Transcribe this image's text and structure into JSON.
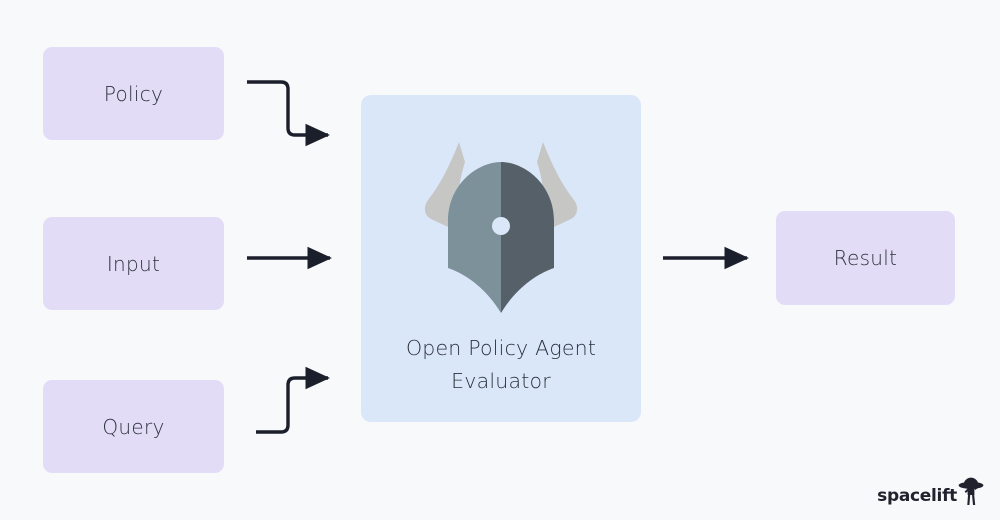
{
  "diagram": {
    "background_color": "#f8f9fb",
    "inputs": [
      {
        "id": "policy",
        "label": "Policy"
      },
      {
        "id": "input",
        "label": "Input"
      },
      {
        "id": "query",
        "label": "Query"
      }
    ],
    "processor": {
      "caption_line1": "Open Policy Agent",
      "caption_line2": "Evaluator",
      "caption": "Open Policy Agent Evaluator",
      "panel_color": "#dae7f9",
      "logo": {
        "icon_name": "open-policy-agent-helmet-icon",
        "helmet_left_color": "#7d919b",
        "helmet_right_color": "#566068",
        "horn_color": "#c6c6c4",
        "eye_color": "#dae7f9"
      }
    },
    "outputs": [
      {
        "id": "result",
        "label": "Result"
      }
    ],
    "node_color": "#e3dcf7",
    "text_color": "#2b313c",
    "connectors": [
      {
        "from": "policy",
        "to": "processor",
        "shape": "step-down",
        "color": "#1b1f2b"
      },
      {
        "from": "input",
        "to": "processor",
        "shape": "straight",
        "color": "#1b1f2b"
      },
      {
        "from": "query",
        "to": "processor",
        "shape": "step-up",
        "color": "#1b1f2b"
      },
      {
        "from": "processor",
        "to": "result",
        "shape": "straight",
        "color": "#1b1f2b"
      }
    ]
  },
  "watermark": {
    "text": "spacelift",
    "mascot_icon": "spacelift-astronaut-icon",
    "color": "#20232e"
  }
}
